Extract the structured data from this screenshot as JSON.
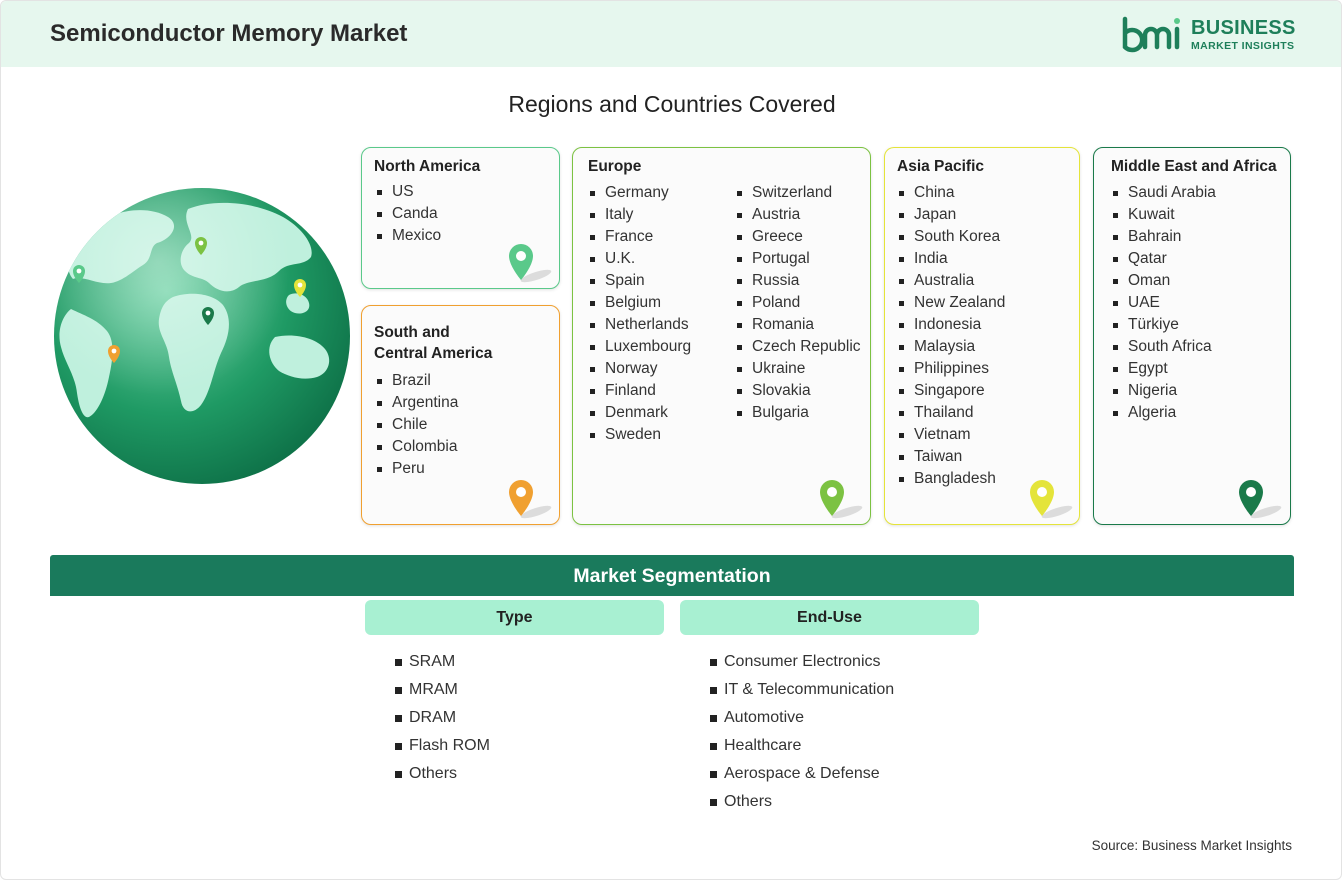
{
  "header": {
    "title": "Semiconductor Memory Market"
  },
  "logo": {
    "line1": "BUSINESS",
    "line2": "MARKET INSIGHTS"
  },
  "section_title": "Regions and Countries Covered",
  "regions": [
    {
      "name": "North America",
      "countries": [
        "US",
        "Canda",
        "Mexico"
      ],
      "color": "#5ac98a"
    },
    {
      "name": "South and\nCentral America",
      "countries": [
        "Brazil",
        "Argentina",
        "Chile",
        "Colombia",
        "Peru"
      ],
      "color": "#f0a030"
    },
    {
      "name": "Europe",
      "countries": [
        "Germany",
        "Italy",
        "France",
        "U.K.",
        "Spain",
        "Belgium",
        "Netherlands",
        "Luxembourg",
        "Norway",
        "Finland",
        "Denmark",
        "Sweden",
        "Switzerland",
        "Austria",
        "Greece",
        "Portugal",
        "Russia",
        "Poland",
        "Romania",
        "Czech Republic",
        "Ukraine",
        "Slovakia",
        "Bulgaria"
      ],
      "color": "#7cc242"
    },
    {
      "name": "Asia Pacific",
      "countries": [
        "China",
        "Japan",
        "South Korea",
        "India",
        "Australia",
        "New Zealand",
        "Indonesia",
        "Malaysia",
        "Philippines",
        "Singapore",
        "Thailand",
        "Vietnam",
        "Taiwan",
        "Bangladesh"
      ],
      "color": "#e4e43a"
    },
    {
      "name": "Middle East and Africa",
      "countries": [
        "Saudi Arabia",
        "Kuwait",
        "Bahrain",
        "Qatar",
        "Oman",
        "UAE",
        "Türkiye",
        "South Africa",
        "Egypt",
        "Nigeria",
        "Algeria"
      ],
      "color": "#1a7a4a"
    }
  ],
  "segmentation": {
    "title": "Market Segmentation",
    "type": {
      "label": "Type",
      "items": [
        "SRAM",
        "MRAM",
        "DRAM",
        "Flash ROM",
        "Others"
      ]
    },
    "end_use": {
      "label": "End-Use",
      "items": [
        "Consumer Electronics",
        "IT & Telecommunication",
        "Automotive",
        "Healthcare",
        "Aerospace & Defense",
        "Others"
      ]
    }
  },
  "source": "Source: Business Market Insights"
}
